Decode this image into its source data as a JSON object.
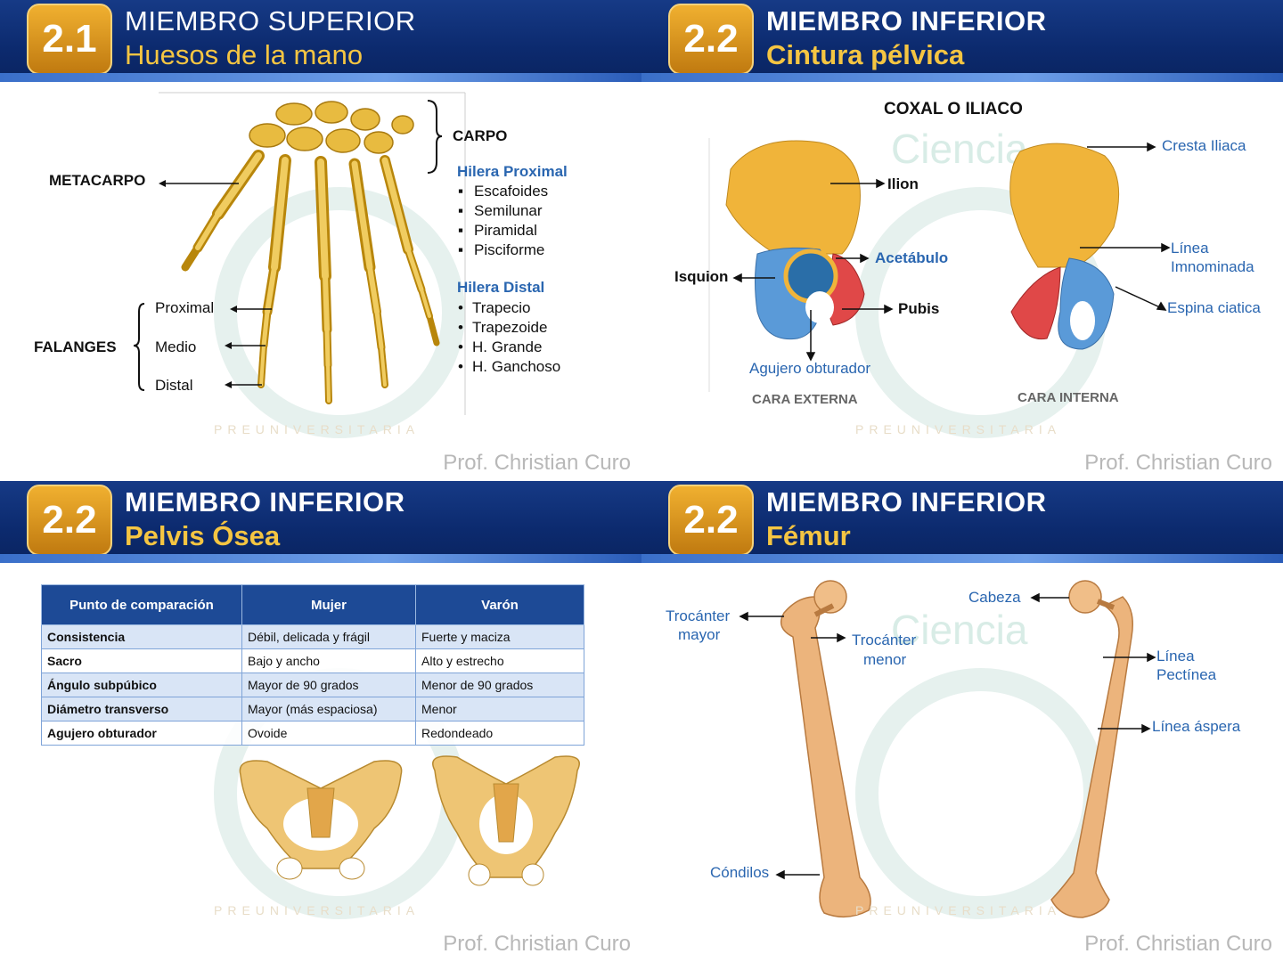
{
  "slides": [
    {
      "badge": "2.1",
      "title": "MIEMBRO SUPERIOR",
      "subtitle": "Huesos de la mano",
      "labels": {
        "carpo": "CARPO",
        "metacarpo": "METACARPO",
        "falanges": "FALANGES",
        "proximal": "Proximal",
        "medio": "Medio",
        "distal": "Distal"
      },
      "hilera_proximal": {
        "title": "Hilera Proximal",
        "items": [
          "Escafoides",
          "Semilunar",
          "Piramidal",
          "Pisciforme"
        ]
      },
      "hilera_distal": {
        "title": "Hilera Distal",
        "items": [
          "Trapecio",
          "Trapezoide",
          "H. Grande",
          "H. Ganchoso"
        ]
      },
      "watermark": "PREUNIVERSITARIA",
      "author": "Prof. Christian Curo"
    },
    {
      "badge": "2.2",
      "title": "MIEMBRO INFERIOR",
      "subtitle": "Cintura pélvica",
      "heading": "COXAL O ILIACO",
      "labels": {
        "ilion": "Ilion",
        "isquion": "Isquion",
        "acetabulo": "Acetábulo",
        "pubis": "Pubis",
        "agujero": "Agujero obturador",
        "cresta": "Cresta Iliaca",
        "linea1": "Línea",
        "linea2": "Imnominada",
        "espina": "Espina ciatica",
        "cara_externa": "CARA EXTERNA",
        "cara_interna": "CARA INTERNA"
      },
      "watermark_word": "Ciencia",
      "watermark": "PREUNIVERSITARIA",
      "author": "Prof. Christian Curo"
    },
    {
      "badge": "2.2",
      "title": "MIEMBRO INFERIOR",
      "subtitle": "Pelvis Ósea",
      "table": {
        "headers": [
          "Punto de comparación",
          "Mujer",
          "Varón"
        ],
        "rows": [
          [
            "Consistencia",
            "Débil, delicada y frágil",
            "Fuerte y maciza"
          ],
          [
            "Sacro",
            "Bajo y ancho",
            "Alto y estrecho"
          ],
          [
            "Ángulo subpúbico",
            "Mayor de 90 grados",
            "Menor de 90 grados"
          ],
          [
            "Diámetro transverso",
            "Mayor (más espaciosa)",
            "Menor"
          ],
          [
            "Agujero obturador",
            "Ovoide",
            "Redondeado"
          ]
        ]
      },
      "watermark": "PREUNIVERSITARIA",
      "author": "Prof. Christian Curo"
    },
    {
      "badge": "2.2",
      "title": "MIEMBRO INFERIOR",
      "subtitle": "Fémur",
      "labels": {
        "trocanter_mayor1": "Trocánter",
        "trocanter_mayor2": "mayor",
        "trocanter_menor1": "Trocánter",
        "trocanter_menor2": "menor",
        "condilos": "Cóndilos",
        "cabeza": "Cabeza",
        "linea_pectinea1": "Línea",
        "linea_pectinea2": "Pectínea",
        "linea_aspera": "Línea áspera"
      },
      "watermark_word": "Ciencia",
      "watermark": "PREUNIVERSITARIA",
      "author": "Prof. Christian Curo"
    }
  ],
  "colors": {
    "header_blue": "#0c2a6e",
    "badge_gold": "#e0a020",
    "subtitle_gold": "#f5c542",
    "label_blue": "#2a66b0",
    "bone": "#e3b84a",
    "ilion": "#f0b43a",
    "isquion": "#5a9ad8",
    "pubis": "#e04848",
    "femur": "#e8b07a"
  }
}
